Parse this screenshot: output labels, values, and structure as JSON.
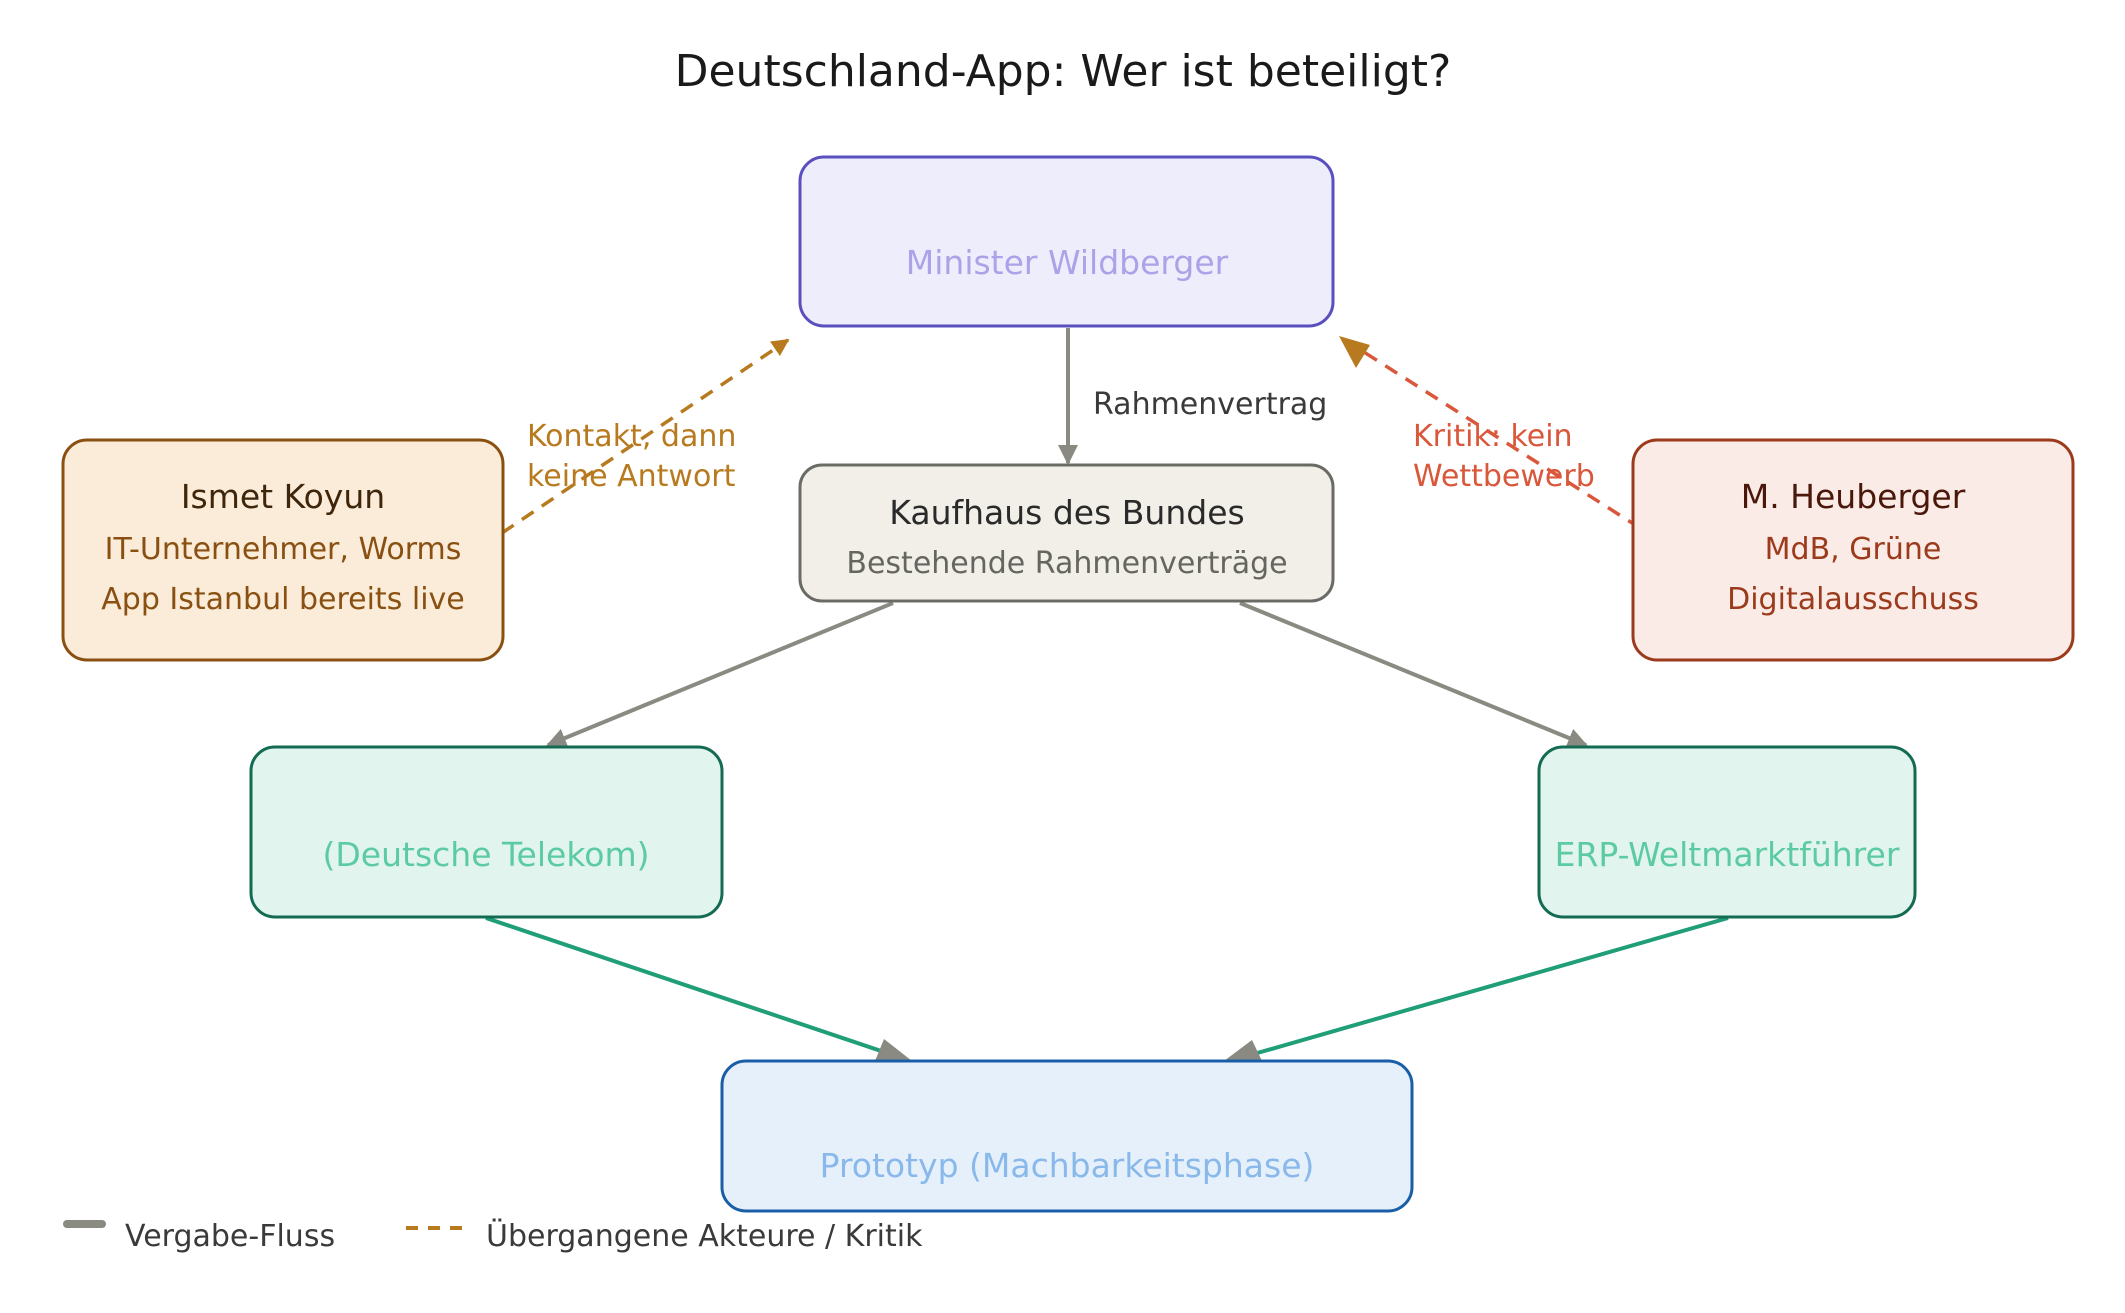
{
  "title": "Deutschland-App: Wer ist beteiligt?",
  "colors": {
    "flow": "#8a8a82",
    "flow_green": "#1f9e77",
    "ignored": "#b87a1e",
    "critique": "#d9573a"
  },
  "nodes": {
    "minister": {
      "title": "",
      "label": "Minister Wildberger"
    },
    "kaufhaus": {
      "title": "Kaufhaus des Bundes",
      "subtitle": "Bestehende Rahmenverträge"
    },
    "koyun": {
      "title": "Ismet Koyun",
      "line1": "IT-Unternehmer, Worms",
      "line2": "App Istanbul bereits live"
    },
    "heuberger": {
      "title": "M. Heuberger",
      "line1": "MdB, Grüne",
      "line2": "Digitalausschuss"
    },
    "telekom": {
      "label": "(Deutsche Telekom)"
    },
    "erp": {
      "label": "ERP-Weltmarktführer"
    },
    "prototyp": {
      "label": "Prototyp (Machbarkeitsphase)"
    }
  },
  "edges": {
    "rahmenvertrag": "Rahmenvertrag",
    "koyun_line1": "Kontakt, dann",
    "koyun_line2": "keine Antwort",
    "heuberger_line1": "Kritik: kein",
    "heuberger_line2": "Wettbewerb"
  },
  "legend": {
    "solid": "Vergabe-Fluss",
    "dashed": "Übergangene Akteure / Kritik"
  }
}
